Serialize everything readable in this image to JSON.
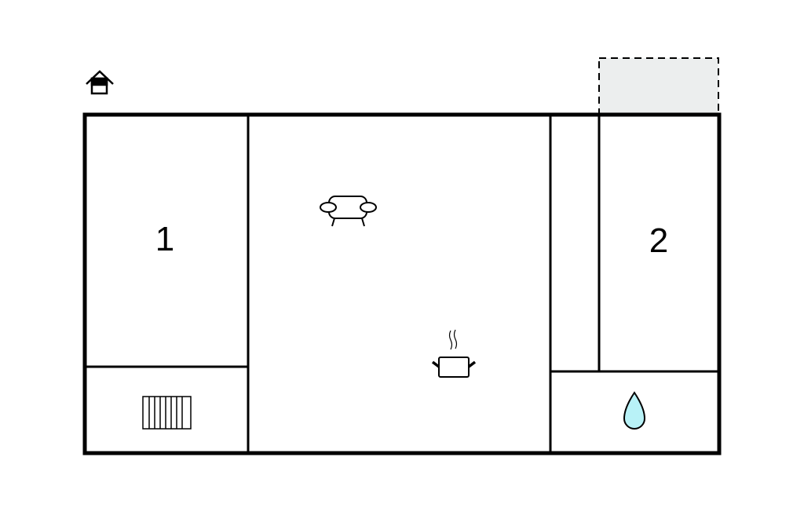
{
  "floor_plan": {
    "rooms": [
      {
        "label": "1",
        "type": "bedroom"
      },
      {
        "label": "2",
        "type": "bedroom"
      }
    ],
    "icons": [
      "entrance-icon",
      "sofa-icon",
      "cooking-pot-icon",
      "radiator-icon",
      "water-drop-icon"
    ],
    "colors": {
      "wall": "#000000",
      "terrace": "#eceeee",
      "water": "#b8f2f7"
    }
  }
}
